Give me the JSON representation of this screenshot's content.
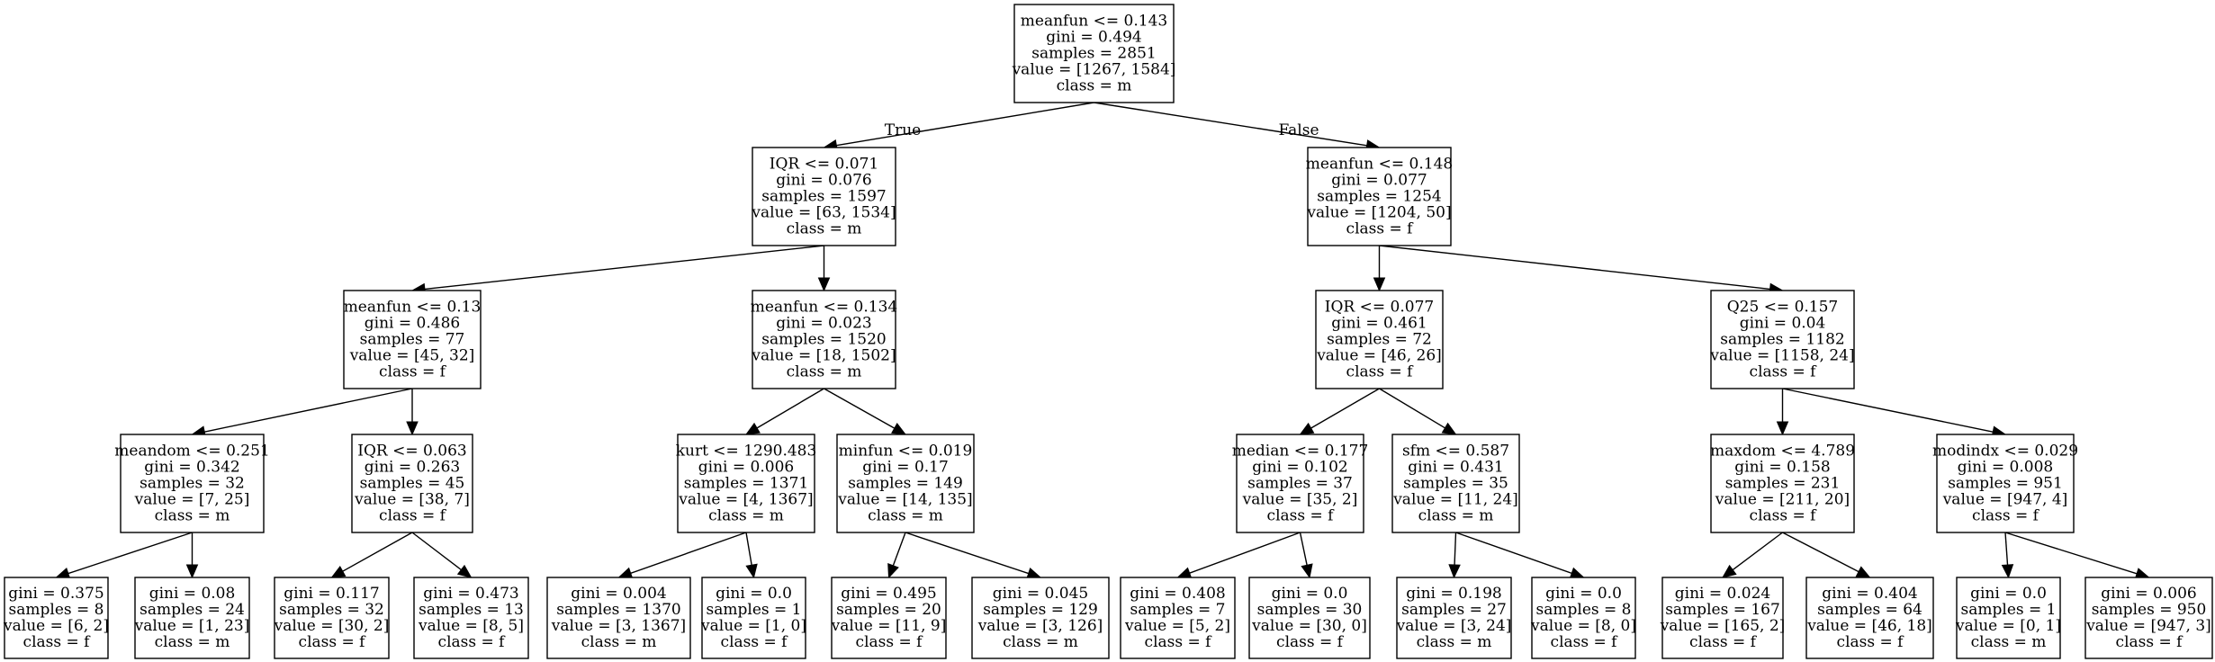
{
  "tree": {
    "nodes": [
      {
        "id": "n0",
        "lines": [
          "meanfun <= 0.143",
          "gini = 0.494",
          "samples = 2851",
          "value = [1267, 1584]",
          "class = m"
        ]
      },
      {
        "id": "n1",
        "lines": [
          "IQR <= 0.071",
          "gini = 0.076",
          "samples = 1597",
          "value = [63, 1534]",
          "class = m"
        ]
      },
      {
        "id": "n2",
        "lines": [
          "meanfun <= 0.148",
          "gini = 0.077",
          "samples = 1254",
          "value = [1204, 50]",
          "class = f"
        ]
      },
      {
        "id": "n3",
        "lines": [
          "meanfun <= 0.13",
          "gini = 0.486",
          "samples = 77",
          "value = [45, 32]",
          "class = f"
        ]
      },
      {
        "id": "n4",
        "lines": [
          "meanfun <= 0.134",
          "gini = 0.023",
          "samples = 1520",
          "value = [18, 1502]",
          "class = m"
        ]
      },
      {
        "id": "n5",
        "lines": [
          "IQR <= 0.077",
          "gini = 0.461",
          "samples = 72",
          "value = [46, 26]",
          "class = f"
        ]
      },
      {
        "id": "n6",
        "lines": [
          "Q25 <= 0.157",
          "gini = 0.04",
          "samples = 1182",
          "value = [1158, 24]",
          "class = f"
        ]
      },
      {
        "id": "n7",
        "lines": [
          "meandom <= 0.251",
          "gini = 0.342",
          "samples = 32",
          "value = [7, 25]",
          "class = m"
        ]
      },
      {
        "id": "n8",
        "lines": [
          "IQR <= 0.063",
          "gini = 0.263",
          "samples = 45",
          "value = [38, 7]",
          "class = f"
        ]
      },
      {
        "id": "n9",
        "lines": [
          "kurt <= 1290.483",
          "gini = 0.006",
          "samples = 1371",
          "value = [4, 1367]",
          "class = m"
        ]
      },
      {
        "id": "n10",
        "lines": [
          "minfun <= 0.019",
          "gini = 0.17",
          "samples = 149",
          "value = [14, 135]",
          "class = m"
        ]
      },
      {
        "id": "n11",
        "lines": [
          "median <= 0.177",
          "gini = 0.102",
          "samples = 37",
          "value = [35, 2]",
          "class = f"
        ]
      },
      {
        "id": "n12",
        "lines": [
          "sfm <= 0.587",
          "gini = 0.431",
          "samples = 35",
          "value = [11, 24]",
          "class = m"
        ]
      },
      {
        "id": "n13",
        "lines": [
          "maxdom <= 4.789",
          "gini = 0.158",
          "samples = 231",
          "value = [211, 20]",
          "class = f"
        ]
      },
      {
        "id": "n14",
        "lines": [
          "modindx <= 0.029",
          "gini = 0.008",
          "samples = 951",
          "value = [947, 4]",
          "class = f"
        ]
      },
      {
        "id": "n15",
        "lines": [
          "gini = 0.375",
          "samples = 8",
          "value = [6, 2]",
          "class = f"
        ]
      },
      {
        "id": "n16",
        "lines": [
          "gini = 0.08",
          "samples = 24",
          "value = [1, 23]",
          "class = m"
        ]
      },
      {
        "id": "n17",
        "lines": [
          "gini = 0.117",
          "samples = 32",
          "value = [30, 2]",
          "class = f"
        ]
      },
      {
        "id": "n18",
        "lines": [
          "gini = 0.473",
          "samples = 13",
          "value = [8, 5]",
          "class = f"
        ]
      },
      {
        "id": "n19",
        "lines": [
          "gini = 0.004",
          "samples = 1370",
          "value = [3, 1367]",
          "class = m"
        ]
      },
      {
        "id": "n20",
        "lines": [
          "gini = 0.0",
          "samples = 1",
          "value = [1, 0]",
          "class = f"
        ]
      },
      {
        "id": "n21",
        "lines": [
          "gini = 0.495",
          "samples = 20",
          "value = [11, 9]",
          "class = f"
        ]
      },
      {
        "id": "n22",
        "lines": [
          "gini = 0.045",
          "samples = 129",
          "value = [3, 126]",
          "class = m"
        ]
      },
      {
        "id": "n23",
        "lines": [
          "gini = 0.408",
          "samples = 7",
          "value = [5, 2]",
          "class = f"
        ]
      },
      {
        "id": "n24",
        "lines": [
          "gini = 0.0",
          "samples = 30",
          "value = [30, 0]",
          "class = f"
        ]
      },
      {
        "id": "n25",
        "lines": [
          "gini = 0.198",
          "samples = 27",
          "value = [3, 24]",
          "class = m"
        ]
      },
      {
        "id": "n26",
        "lines": [
          "gini = 0.0",
          "samples = 8",
          "value = [8, 0]",
          "class = f"
        ]
      },
      {
        "id": "n27",
        "lines": [
          "gini = 0.024",
          "samples = 167",
          "value = [165, 2]",
          "class = f"
        ]
      },
      {
        "id": "n28",
        "lines": [
          "gini = 0.404",
          "samples = 64",
          "value = [46, 18]",
          "class = f"
        ]
      },
      {
        "id": "n29",
        "lines": [
          "gini = 0.0",
          "samples = 1",
          "value = [0, 1]",
          "class = m"
        ]
      },
      {
        "id": "n30",
        "lines": [
          "gini = 0.006",
          "samples = 950",
          "value = [947, 3]",
          "class = f"
        ]
      }
    ],
    "edges": [
      {
        "from": "n0",
        "to": "n1",
        "label": "True"
      },
      {
        "from": "n0",
        "to": "n2",
        "label": "False"
      },
      {
        "from": "n1",
        "to": "n3"
      },
      {
        "from": "n1",
        "to": "n4"
      },
      {
        "from": "n2",
        "to": "n5"
      },
      {
        "from": "n2",
        "to": "n6"
      },
      {
        "from": "n3",
        "to": "n7"
      },
      {
        "from": "n3",
        "to": "n8"
      },
      {
        "from": "n4",
        "to": "n9"
      },
      {
        "from": "n4",
        "to": "n10"
      },
      {
        "from": "n5",
        "to": "n11"
      },
      {
        "from": "n5",
        "to": "n12"
      },
      {
        "from": "n6",
        "to": "n13"
      },
      {
        "from": "n6",
        "to": "n14"
      },
      {
        "from": "n7",
        "to": "n15"
      },
      {
        "from": "n7",
        "to": "n16"
      },
      {
        "from": "n8",
        "to": "n17"
      },
      {
        "from": "n8",
        "to": "n18"
      },
      {
        "from": "n9",
        "to": "n19"
      },
      {
        "from": "n9",
        "to": "n20"
      },
      {
        "from": "n10",
        "to": "n21"
      },
      {
        "from": "n10",
        "to": "n22"
      },
      {
        "from": "n11",
        "to": "n23"
      },
      {
        "from": "n11",
        "to": "n24"
      },
      {
        "from": "n12",
        "to": "n25"
      },
      {
        "from": "n12",
        "to": "n26"
      },
      {
        "from": "n13",
        "to": "n27"
      },
      {
        "from": "n13",
        "to": "n28"
      },
      {
        "from": "n14",
        "to": "n29"
      },
      {
        "from": "n14",
        "to": "n30"
      }
    ]
  }
}
